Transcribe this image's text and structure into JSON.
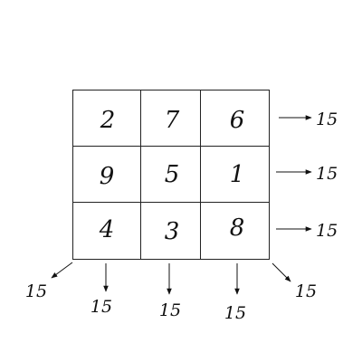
{
  "grid": {
    "rows": [
      [
        "2",
        "7",
        "6"
      ],
      [
        "9",
        "5",
        "1"
      ],
      [
        "4",
        "3",
        "8"
      ]
    ]
  },
  "sums": {
    "rows": [
      "15",
      "15",
      "15"
    ],
    "columns": [
      "15",
      "15",
      "15"
    ],
    "anti_diagonal": "15",
    "main_diagonal": "15"
  },
  "colors": {
    "ink": "#111111",
    "background": "#ffffff"
  }
}
